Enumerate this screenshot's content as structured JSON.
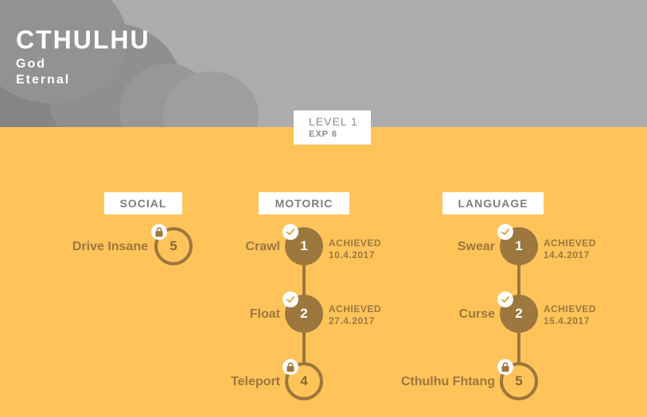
{
  "character": {
    "name": "CTHULHU",
    "class": "God",
    "subtitle": "Eternal"
  },
  "level": {
    "label": "LEVEL 1",
    "exp": "EXP 6"
  },
  "colors": {
    "header": "#acacac",
    "background": "#fec45a",
    "accent": "#9c773e",
    "panel": "#ffffff"
  },
  "categories": {
    "social": {
      "label": "SOCIAL",
      "skills": [
        {
          "name": "Drive Insane",
          "level": "5",
          "state": "locked",
          "icon": "lock-icon"
        }
      ]
    },
    "motoric": {
      "label": "MOTORIC",
      "skills": [
        {
          "name": "Crawl",
          "level": "1",
          "state": "achieved",
          "icon": "check-icon",
          "status": "ACHIEVED",
          "date": "10.4.2017"
        },
        {
          "name": "Float",
          "level": "2",
          "state": "achieved",
          "icon": "check-icon",
          "status": "ACHIEVED",
          "date": "27.4.2017"
        },
        {
          "name": "Teleport",
          "level": "4",
          "state": "locked",
          "icon": "lock-icon"
        }
      ]
    },
    "language": {
      "label": "LANGUAGE",
      "skills": [
        {
          "name": "Swear",
          "level": "1",
          "state": "achieved",
          "icon": "check-icon",
          "status": "ACHIEVED",
          "date": "14.4.2017"
        },
        {
          "name": "Curse",
          "level": "2",
          "state": "achieved",
          "icon": "check-icon",
          "status": "ACHIEVED",
          "date": "15.4.2017"
        },
        {
          "name": "Cthulhu Fhtang",
          "level": "5",
          "state": "locked",
          "icon": "lock-icon"
        }
      ]
    }
  }
}
